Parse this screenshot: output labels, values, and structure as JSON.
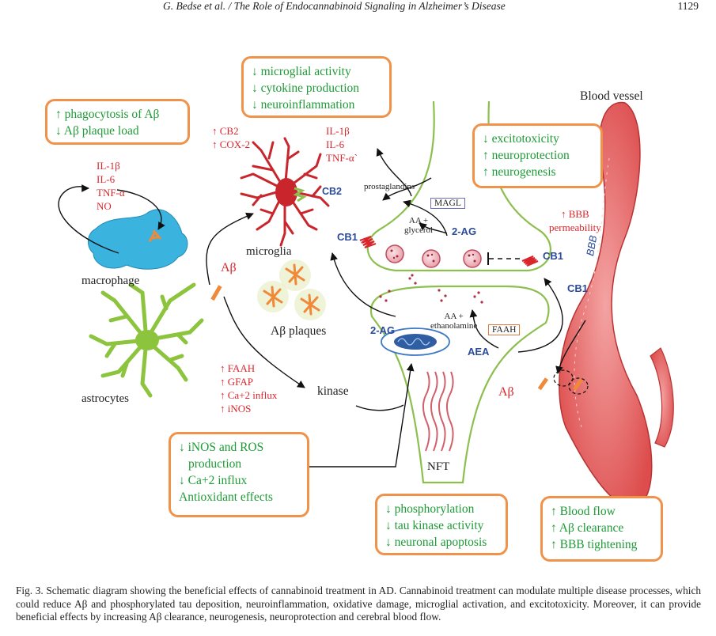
{
  "header": {
    "title": "G. Bedse et al. / The Role of Endocannabinoid Signaling in Alzheimer’s Disease",
    "page_number": "1129"
  },
  "boxes": {
    "microglial": [
      "↓ microglial activity",
      "↓ cytokine production",
      "↓ neuroinflammation"
    ],
    "phagocytosis": [
      "↑ phagocytosis of Aβ",
      "↓ Aβ plaque load"
    ],
    "excitotoxicity": [
      "↓ excitotoxicity",
      "↑ neuroprotection",
      "↑ neurogenesis"
    ],
    "inos": [
      "↓ iNOS and ROS",
      "production",
      "↓ Ca+2 influx",
      "Antioxidant effects"
    ],
    "phosphorylation": [
      "↓ phosphorylation",
      "↓ tau kinase activity",
      "↓ neuronal apoptosis"
    ],
    "bloodflow": [
      "↑ Blood flow",
      "↑ Aβ clearance",
      "↑ BBB tightening"
    ]
  },
  "labels": {
    "macrophage_markers": [
      "IL-1β",
      "IL-6",
      "TNF-α",
      "NO"
    ],
    "macrophage": "macrophage",
    "microglia_up": [
      "↑ CB2",
      "↑ COX-2"
    ],
    "microglia_cytokines": [
      "IL-1β",
      "IL-6",
      "TNF-α`"
    ],
    "microglia": "microglia",
    "cb2_microglia": "CB2",
    "abeta": "Aβ",
    "abeta_plaques": "Aβ plaques",
    "astrocytes": "astrocytes",
    "astro_markers": [
      "↑ FAAH",
      "↑ GFAP",
      "↑ Ca+2 influx",
      "↑ iNOS"
    ],
    "kinase": "kinase",
    "nft": "NFT",
    "prostaglandins": "prostaglandins",
    "magl": "MAGL",
    "aa_glycerol": [
      "AA +",
      "glycerol"
    ],
    "two_ag_pre": "2-AG",
    "cb1_left": "CB1",
    "cb1_right": "CB1",
    "two_ag_post": "2-AG",
    "aa_ethanolamine": [
      "AA +",
      "ethanolamine"
    ],
    "faah": "FAAH",
    "aea": "AEA",
    "blood_vessel": "Blood vessel",
    "bbb_permeability": [
      "↑ BBB",
      "permeability"
    ],
    "bbb": "BBB",
    "cb1_vessel": "CB1",
    "abeta_vessel": "Aβ"
  },
  "caption": "Fig. 3. Schematic diagram showing the beneficial effects of cannabinoid treatment in AD. Cannabinoid treatment can modulate multiple disease processes, which could reduce Aβ and phosphorylated tau deposition, neuroinflammation, oxidative damage, microglial activation, and excitotoxicity. Moreover, it can provide beneficial effects by increasing Aβ clearance, neurogenesis, neuroprotection and cerebral blood flow.",
  "colors": {
    "box_border": "#f0924a",
    "green_text": "#1e9b37",
    "red_text": "#d9262c",
    "blue_text": "#2b4a9a",
    "neuron_outline": "#8cbf4e",
    "vessel": "#e05a5a"
  }
}
